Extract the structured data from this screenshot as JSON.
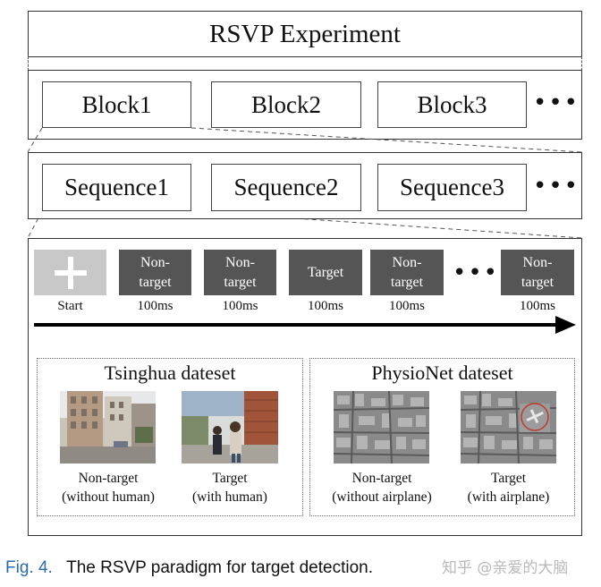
{
  "experiment": {
    "title": "RSVP Experiment"
  },
  "blocks": {
    "labels": [
      "Block1",
      "Block2",
      "Block3"
    ],
    "ellipsis": "•••"
  },
  "sequences": {
    "labels": [
      "Sequence1",
      "Sequence2",
      "Sequence3"
    ],
    "ellipsis": "•••"
  },
  "stream": {
    "stimuli": [
      {
        "label": "",
        "time": "Start"
      },
      {
        "label": "Non-\ntarget",
        "time": "100ms"
      },
      {
        "label": "Non-\ntarget",
        "time": "100ms"
      },
      {
        "label": "Target",
        "time": "100ms"
      },
      {
        "label": "Non-\ntarget",
        "time": "100ms"
      },
      {
        "label": "Non-\ntarget",
        "time": "100ms"
      }
    ],
    "ellipsis": "•••"
  },
  "datasets": [
    {
      "title": "Tsinghua dateset",
      "images": [
        {
          "caption_line1": "Non-target",
          "caption_line2": "(without human)"
        },
        {
          "caption_line1": "Target",
          "caption_line2": "(with human)"
        }
      ]
    },
    {
      "title": "PhysioNet dateset",
      "images": [
        {
          "caption_line1": "Non-target",
          "caption_line2": "(without airplane)"
        },
        {
          "caption_line1": "Target",
          "caption_line2": "(with airplane)"
        }
      ]
    }
  ],
  "figure_caption": {
    "label": "Fig. 4.",
    "text": "The RSVP paradigm for target detection."
  },
  "watermark": "知乎 @亲爱的大脑",
  "colors": {
    "stimulus": "#555555",
    "start": "#c8c8c8",
    "caption_label": "#2a6bb0"
  }
}
